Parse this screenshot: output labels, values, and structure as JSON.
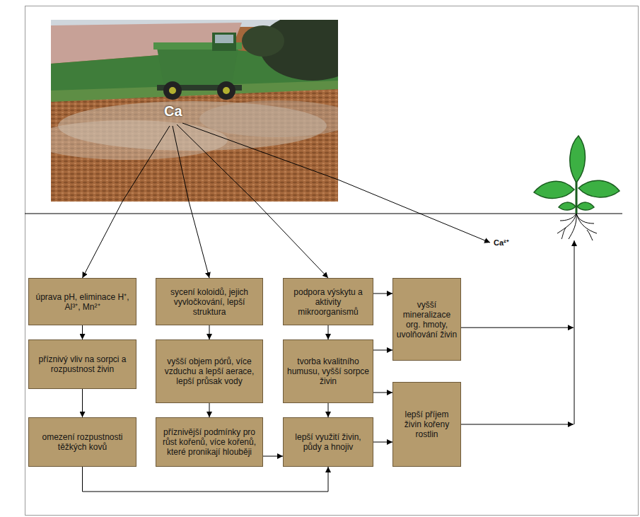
{
  "diagram": {
    "nodes": [
      {
        "text": [
          "Ca"
        ]
      },
      {
        "text": [
          "úprava pH, eliminace H⁺, Al³⁺, Mn²⁺"
        ]
      },
      {
        "text": [
          "sycení koloidů, jejich vyvločkování, lepší struktura"
        ]
      },
      {
        "text": [
          "podpora výskytu a aktivity mikroorganismů"
        ]
      },
      {
        "text": [
          "vyšší mineralizace org. hmoty, uvolňování živin"
        ]
      },
      {
        "text": [
          "příznivý vliv na sorpci a rozpustnost živin"
        ]
      },
      {
        "text": [
          "vyšší objem pórů, více vzduchu a lepší aerace, lepší průsak vody"
        ]
      },
      {
        "text": [
          "tvorba kvalitního humusu, vyšší sorpce živin"
        ]
      },
      {
        "text": [
          "omezení rozpustnosti těžkých kovů"
        ]
      },
      {
        "text": [
          "příznivější podmínky pro růst kořenů, více kořenů, které pronikají hlouběji"
        ]
      },
      {
        "text": [
          "lepší využití živin, půdy a hnojiv"
        ]
      },
      {
        "text": [
          "lepší příjem živin kořeny rostlin"
        ]
      }
    ],
    "edges": [
      {
        "from": 0,
        "to": 1,
        "arrow": "to"
      },
      {
        "from": 0,
        "to": 2,
        "arrow": "to"
      },
      {
        "from": 0,
        "to": 3,
        "arrow": "to"
      },
      {
        "from": 1,
        "to": 5,
        "arrow": "to"
      },
      {
        "from": 5,
        "to": 8,
        "arrow": "to"
      },
      {
        "from": 2,
        "to": 6,
        "arrow": "to"
      },
      {
        "from": 6,
        "to": 9,
        "arrow": "to"
      },
      {
        "from": 3,
        "to": 7,
        "arrow": "to"
      },
      {
        "from": 3,
        "to": 4,
        "arrow": "to"
      },
      {
        "from": 7,
        "to": 4,
        "arrow": "to"
      },
      {
        "from": 7,
        "to": 11,
        "arrow": "to"
      },
      {
        "from": 7,
        "to": 10,
        "arrow": "to"
      },
      {
        "from": 9,
        "to": 10,
        "arrow": "to"
      },
      {
        "from": 10,
        "to": 11,
        "arrow": "to"
      },
      {
        "from": 8,
        "to": 10,
        "arrow": "to"
      }
    ],
    "labels": [
      "Ca²⁺"
    ]
  }
}
